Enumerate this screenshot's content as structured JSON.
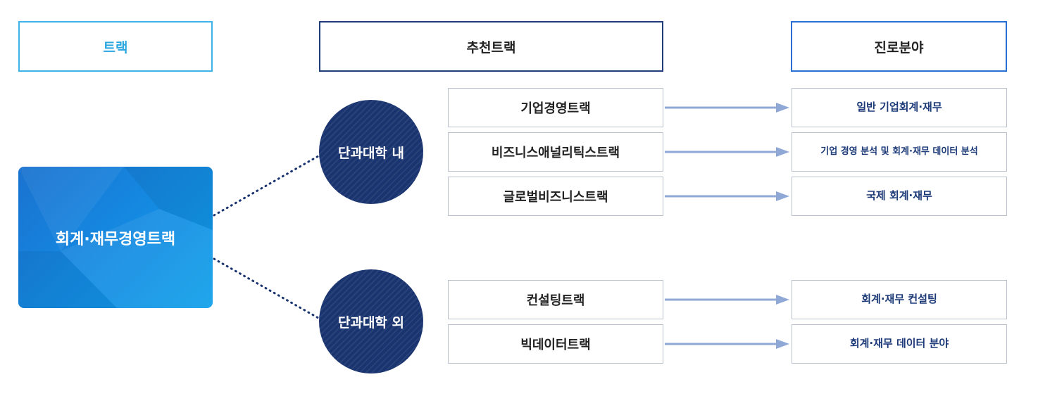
{
  "headers": {
    "track": "트랙",
    "recommended": "추천트랙",
    "career": "진로분야"
  },
  "main_track": "회계·재무경영트랙",
  "groups": [
    {
      "label": "단과대학 내",
      "tracks": [
        "기업경영트랙",
        "비즈니스애널리틱스트랙",
        "글로벌비즈니스트랙"
      ],
      "careers": [
        "일반 기업회계·재무",
        "기업 경영 분석 및 회계·재무 데이터 분석",
        "국제 회계·재무"
      ]
    },
    {
      "label": "단과대학 외",
      "tracks": [
        "컨설팅트랙",
        "빅데이터트랙"
      ],
      "careers": [
        "회계·재무 컨설팅",
        "회계·재무 데이터 분야"
      ]
    }
  ],
  "colors": {
    "header_track_border": "#3fb3e8",
    "header_rec_border": "#1f3d7a",
    "header_career_border": "#2a6fd6",
    "circle": "#1a3470",
    "arrow": "#8fa8d6",
    "career_text": "#1c3a78"
  }
}
